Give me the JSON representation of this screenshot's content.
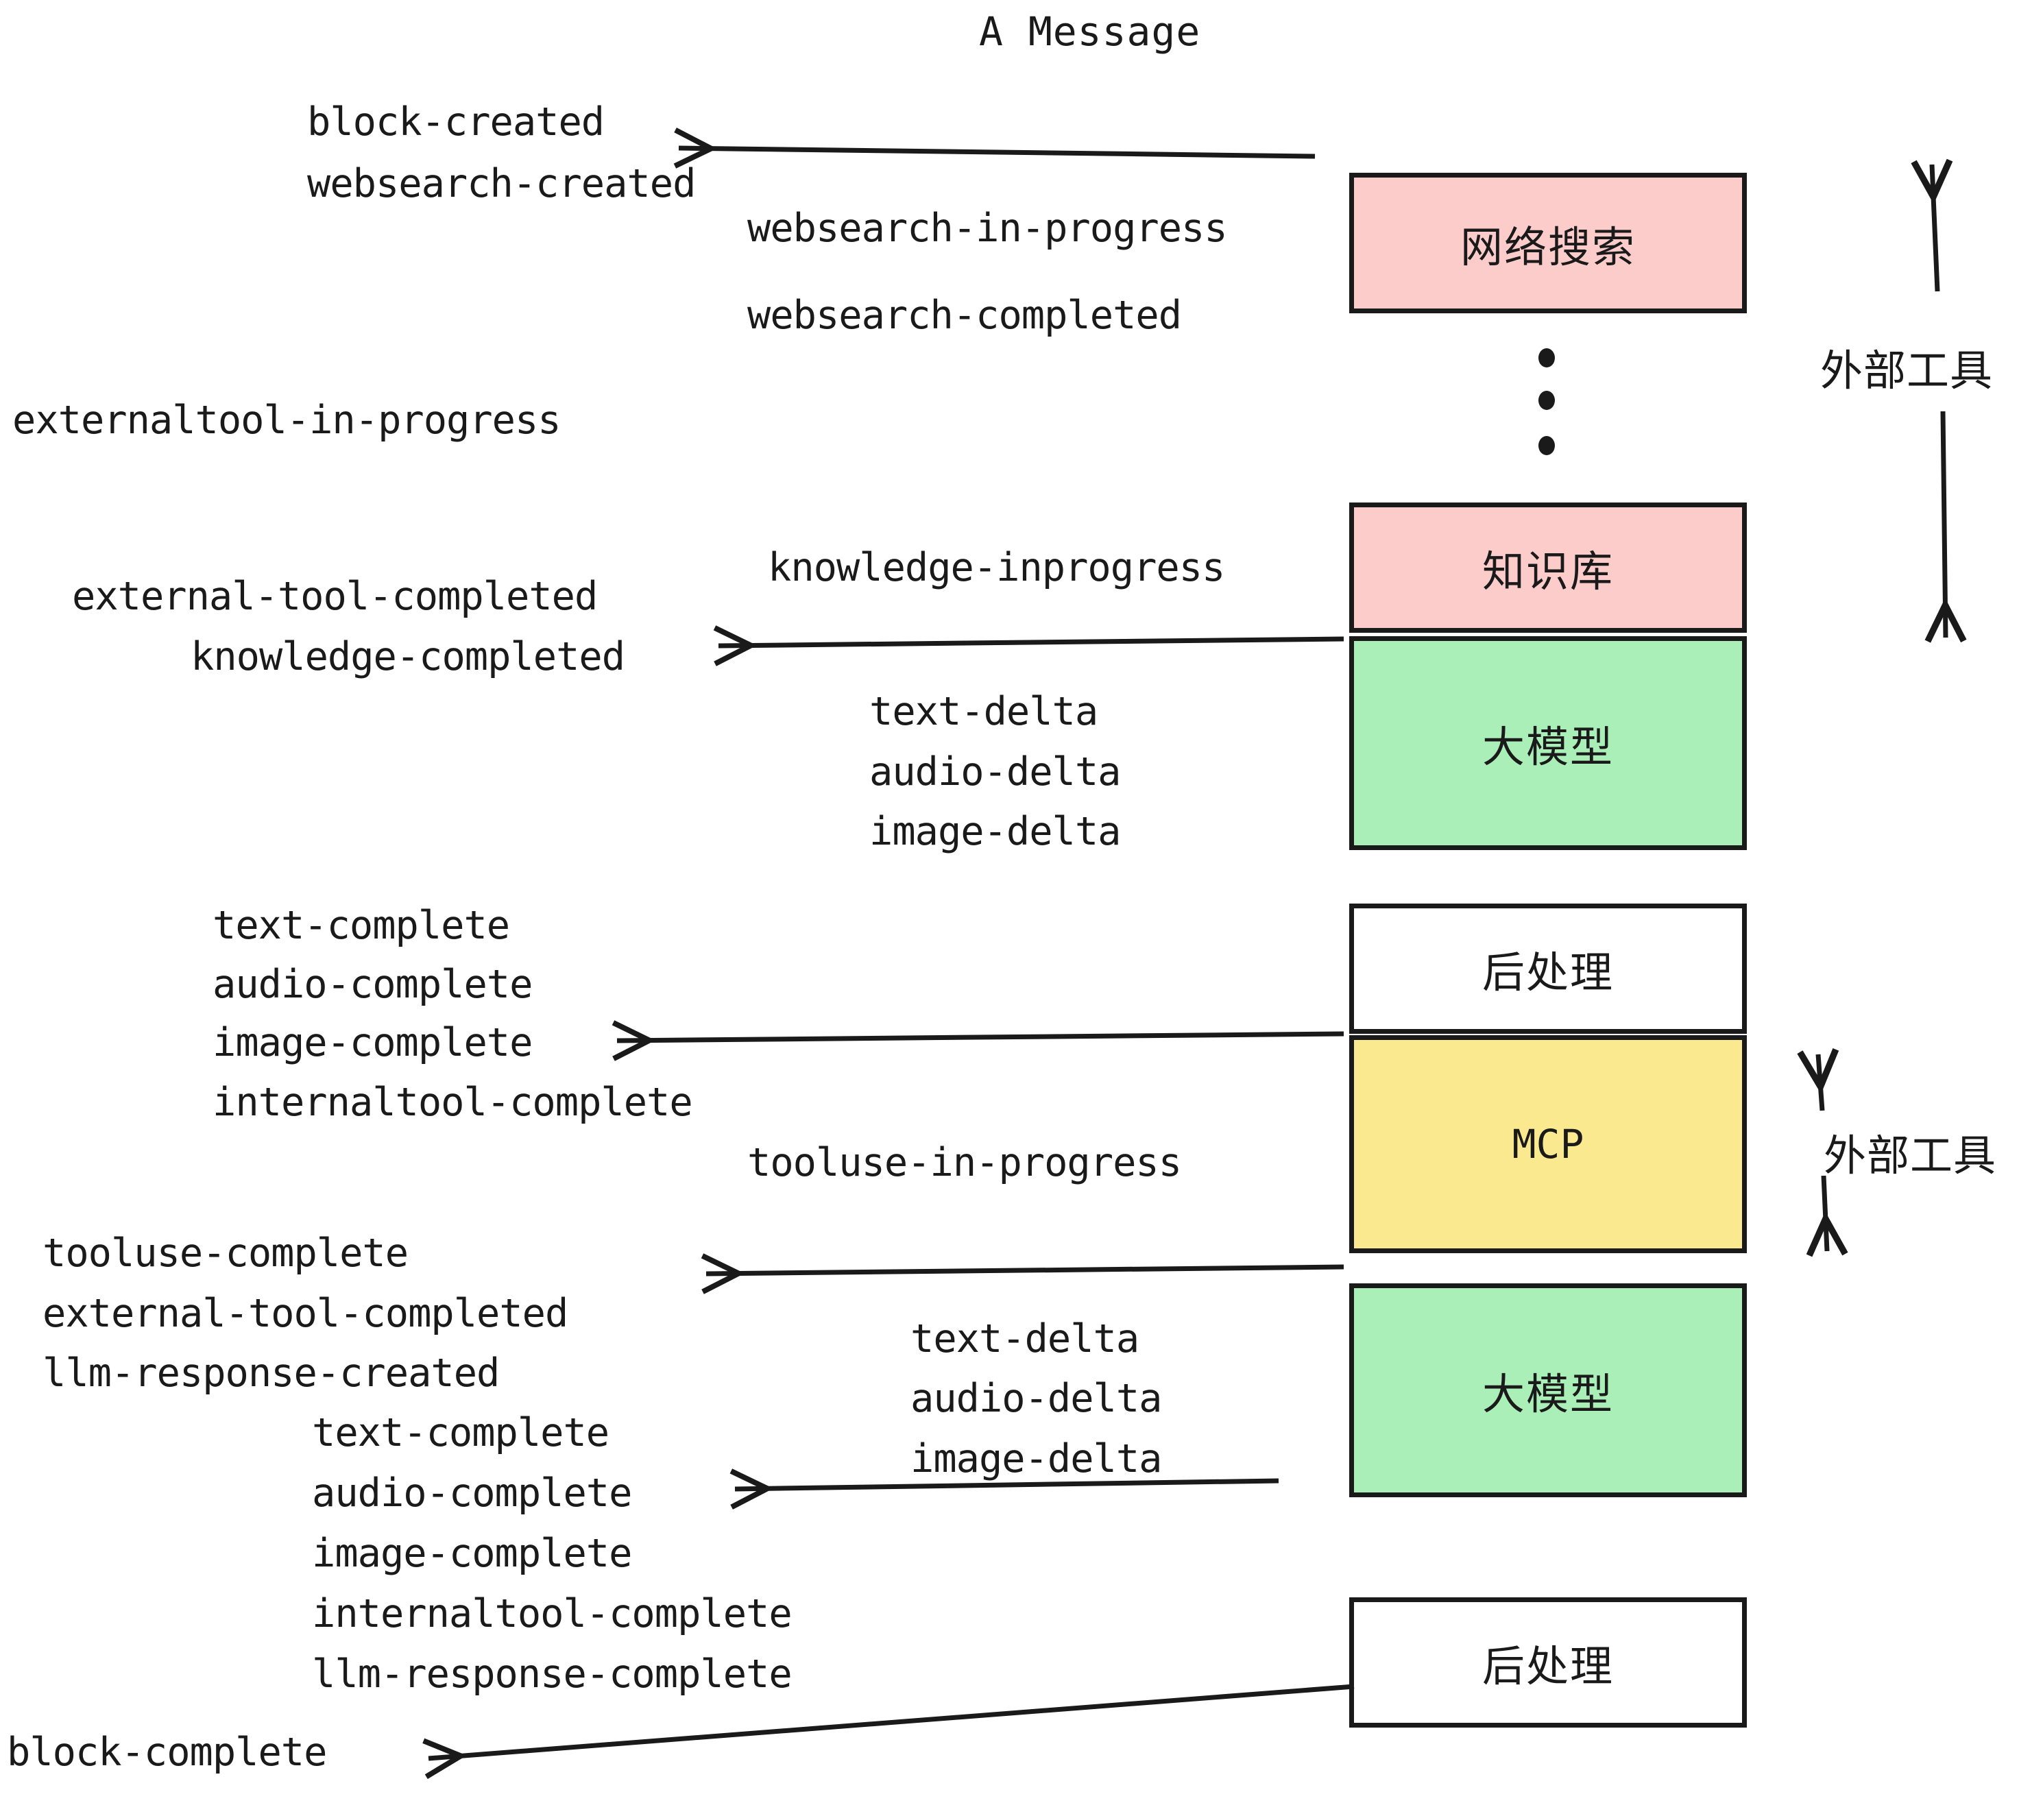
{
  "title": "A Message",
  "colors": {
    "pink": "#fccccb",
    "green": "#abefb8",
    "yellow": "#fae98e",
    "white": "#ffffff",
    "stroke": "#1a1a1a"
  },
  "boxes": [
    {
      "id": "websearch",
      "label": "网络搜索",
      "fill": "pink"
    },
    {
      "id": "knowledge",
      "label": "知识库",
      "fill": "pink"
    },
    {
      "id": "llm-1",
      "label": "大模型",
      "fill": "green"
    },
    {
      "id": "postprocess-1",
      "label": "后处理",
      "fill": "white"
    },
    {
      "id": "mcp",
      "label": "MCP",
      "fill": "yellow"
    },
    {
      "id": "llm-2",
      "label": "大模型",
      "fill": "green"
    },
    {
      "id": "postprocess-2",
      "label": "后处理",
      "fill": "white"
    }
  ],
  "side_labels": [
    {
      "id": "external-tool-upper",
      "label": "外部工具"
    },
    {
      "id": "external-tool-lower",
      "label": "外部工具"
    }
  ],
  "events": [
    {
      "id": "block-created",
      "text": "block-created"
    },
    {
      "id": "websearch-created",
      "text": "websearch-created"
    },
    {
      "id": "websearch-in-progress",
      "text": "websearch-in-progress"
    },
    {
      "id": "websearch-completed",
      "text": "websearch-completed"
    },
    {
      "id": "externaltool-in-progress",
      "text": "externaltool-in-progress"
    },
    {
      "id": "knowledge-inprogress",
      "text": "knowledge-inprogress"
    },
    {
      "id": "external-tool-completed-1",
      "text": "external-tool-completed"
    },
    {
      "id": "knowledge-completed",
      "text": "knowledge-completed"
    },
    {
      "id": "text-delta-1",
      "text": "text-delta"
    },
    {
      "id": "audio-delta-1",
      "text": "audio-delta"
    },
    {
      "id": "image-delta-1",
      "text": "image-delta"
    },
    {
      "id": "text-complete-1",
      "text": "text-complete"
    },
    {
      "id": "audio-complete-1",
      "text": "audio-complete"
    },
    {
      "id": "image-complete-1",
      "text": "image-complete"
    },
    {
      "id": "internaltool-complete-1",
      "text": "internaltool-complete"
    },
    {
      "id": "tooluse-in-progress",
      "text": "tooluse-in-progress"
    },
    {
      "id": "tooluse-complete",
      "text": "tooluse-complete"
    },
    {
      "id": "external-tool-completed-2",
      "text": "external-tool-completed"
    },
    {
      "id": "llm-response-created",
      "text": "llm-response-created"
    },
    {
      "id": "text-delta-2",
      "text": "text-delta"
    },
    {
      "id": "audio-delta-2",
      "text": "audio-delta"
    },
    {
      "id": "image-delta-2",
      "text": "image-delta"
    },
    {
      "id": "text-complete-2",
      "text": "text-complete"
    },
    {
      "id": "audio-complete-2",
      "text": "audio-complete"
    },
    {
      "id": "image-complete-2",
      "text": "image-complete"
    },
    {
      "id": "internaltool-complete-2",
      "text": "internaltool-complete"
    },
    {
      "id": "llm-response-complete",
      "text": "llm-response-complete"
    },
    {
      "id": "block-complete",
      "text": "block-complete"
    }
  ]
}
